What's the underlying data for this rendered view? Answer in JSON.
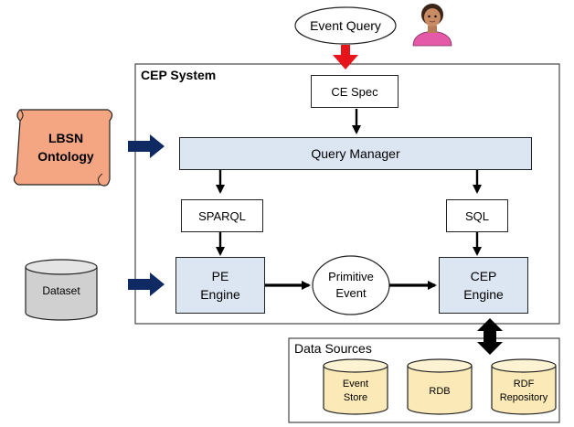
{
  "user_query": {
    "label": "Event Query"
  },
  "cep_system": {
    "title": "CEP System",
    "ce_spec": "CE Spec",
    "query_manager": "Query Manager",
    "sparql": "SPARQL",
    "sql": "SQL",
    "pe_engine": "PE\nEngine",
    "primitive_event": "Primitive\nEvent",
    "cep_engine": "CEP\nEngine"
  },
  "ontology": {
    "label": "LBSN\nOntology",
    "color": "#f4a582"
  },
  "dataset": {
    "label": "Dataset",
    "color": "#d0d0d0"
  },
  "data_sources": {
    "title": "Data Sources",
    "stores": [
      {
        "label": "Event\nStore"
      },
      {
        "label": "RDB"
      },
      {
        "label": "RDF\nRepository"
      }
    ],
    "color": "#fbe9b7"
  },
  "colors": {
    "query_arrow": "#e8141b",
    "input_arrow": "#0f2a63",
    "engine_fill": "#dce6f2"
  },
  "icons": {
    "user": "user-avatar-icon"
  }
}
